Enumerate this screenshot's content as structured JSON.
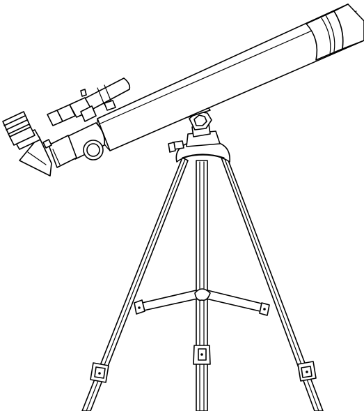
{
  "illustration": {
    "subject": "refractor-telescope-on-tripod",
    "style": "black-line-art",
    "background_color": "#ffffff",
    "line_color": "#000000",
    "parts": [
      "optical-tube",
      "dew-shield",
      "finder-scope",
      "focuser-drawtube",
      "focus-knob",
      "star-diagonal",
      "eyepiece",
      "altazimuth-mount",
      "mount-knob",
      "tripod-head",
      "tripod-leg-left",
      "tripod-leg-center",
      "tripod-leg-right",
      "accessory-tray-brace",
      "leg-clamp-left",
      "leg-clamp-center",
      "leg-clamp-right"
    ]
  }
}
